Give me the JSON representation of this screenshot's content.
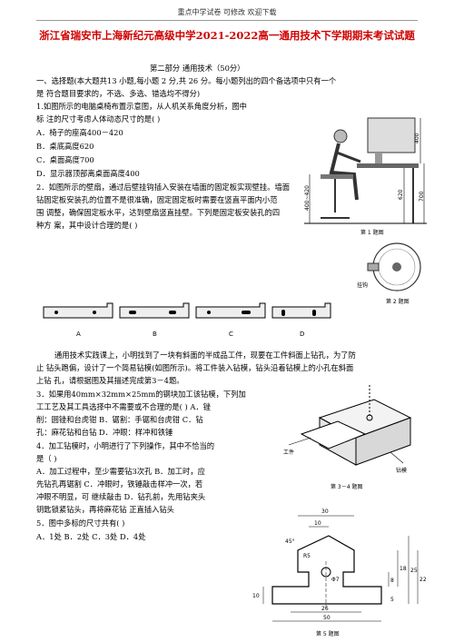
{
  "header": {
    "text": "重点中学试卷   可修改     欢迎下载"
  },
  "title": "浙江省瑞安市上海新纪元高级中学2021-2022高一通用技术下学期期末考试试题",
  "part": "第二部分          通用技术（50分）",
  "section1": "一、选择题(本大题共13   小题,每小题 2   分,共 26   分。每小题列出的四个备选项中只有一个",
  "section1b": "是  符合题目要求的，不选、多选、错选均不得分)",
  "q1": {
    "stem1": "1.如图所示的电脑桌椅布置示意图，从人机关系角度分析，图中",
    "stem2": "标  注的尺寸考虑人体动态尺寸的是( )",
    "a": "A．椅子的座高400－420",
    "b": "B．桌底高度620",
    "c": "C．桌面高度700",
    "d": "D．显示器顶部离桌面高度400",
    "fig": "第 1 题图",
    "dims": [
      "400",
      "620",
      "700",
      "400~420"
    ]
  },
  "q2": {
    "l1": "2．如图所示的壁扇，通过后壁挂钩插入安装在墙面的固定板实现壁挂。墙面",
    "l2": "钻固定板安装孔的位置不是很准确，固定固定板时需要在竖直平面内小范",
    "l3": "围  调整，确保固定板水平，达到壁扇竖直挂壁。下列是固定板安装孔的四",
    "l4": "种方  案，其中设计合理的是(   )",
    "fig": "第 2 题图",
    "label": "挂钩",
    "options": [
      "A",
      "B",
      "C",
      "D"
    ]
  },
  "passage": {
    "l1": "通用技术实践课上，小明找到了一块有斜面的半成品工件，现要在工件斜面上钻孔，为了防",
    "l2": "止  钻头跑偏，设计了一个简易钻模(如图所示)。将工件装入钻模，钻头沿着钻模上的小孔在斜面",
    "l3": "上钻  孔，请根据图及其描述完成第3－4题。"
  },
  "q3": {
    "l1": "3．如果用40mm×32mm×25mm的钢块加工该钻模，下列加",
    "l2": "工工艺及其工具选择中不需要或不合理的是(     ) A．锉",
    "l3": "削：圆锉和台虎钳          B．锯割：手锯和台虎钳  C．钻",
    "l4": "孔：麻花钻和台钻          D．冲眼：样冲和铁锤",
    "fig": "第 3－4 题图",
    "labels": [
      "工件",
      "钻模"
    ]
  },
  "q4": {
    "l1": "4．加工钻模时，小明进行了下列操作，其中不恰当的",
    "l2": "是（ )",
    "l3": "A．加工过程中，至少需要钻3次孔  B．加工时，应",
    "l4": "先钻孔再锯割  C．冲眼时，铁锤敲击样冲一次，若",
    "l5": "冲眼不明显，可  继续敲击 D．钻孔前，先用钻夹头",
    "l6": "钥匙锁紧钻头，再将麻花钻  正直插入钻头"
  },
  "q5": {
    "l1": "5．图中多标的尺寸共有(     )",
    "l2": "A．1处    B．2处    C．3处    D．4处",
    "fig": "第 5 题图",
    "dims": [
      "30",
      "10",
      "45°",
      "R5",
      "Φ7",
      "26",
      "50",
      "10",
      "8",
      "18",
      "25",
      "22",
      "5"
    ]
  }
}
